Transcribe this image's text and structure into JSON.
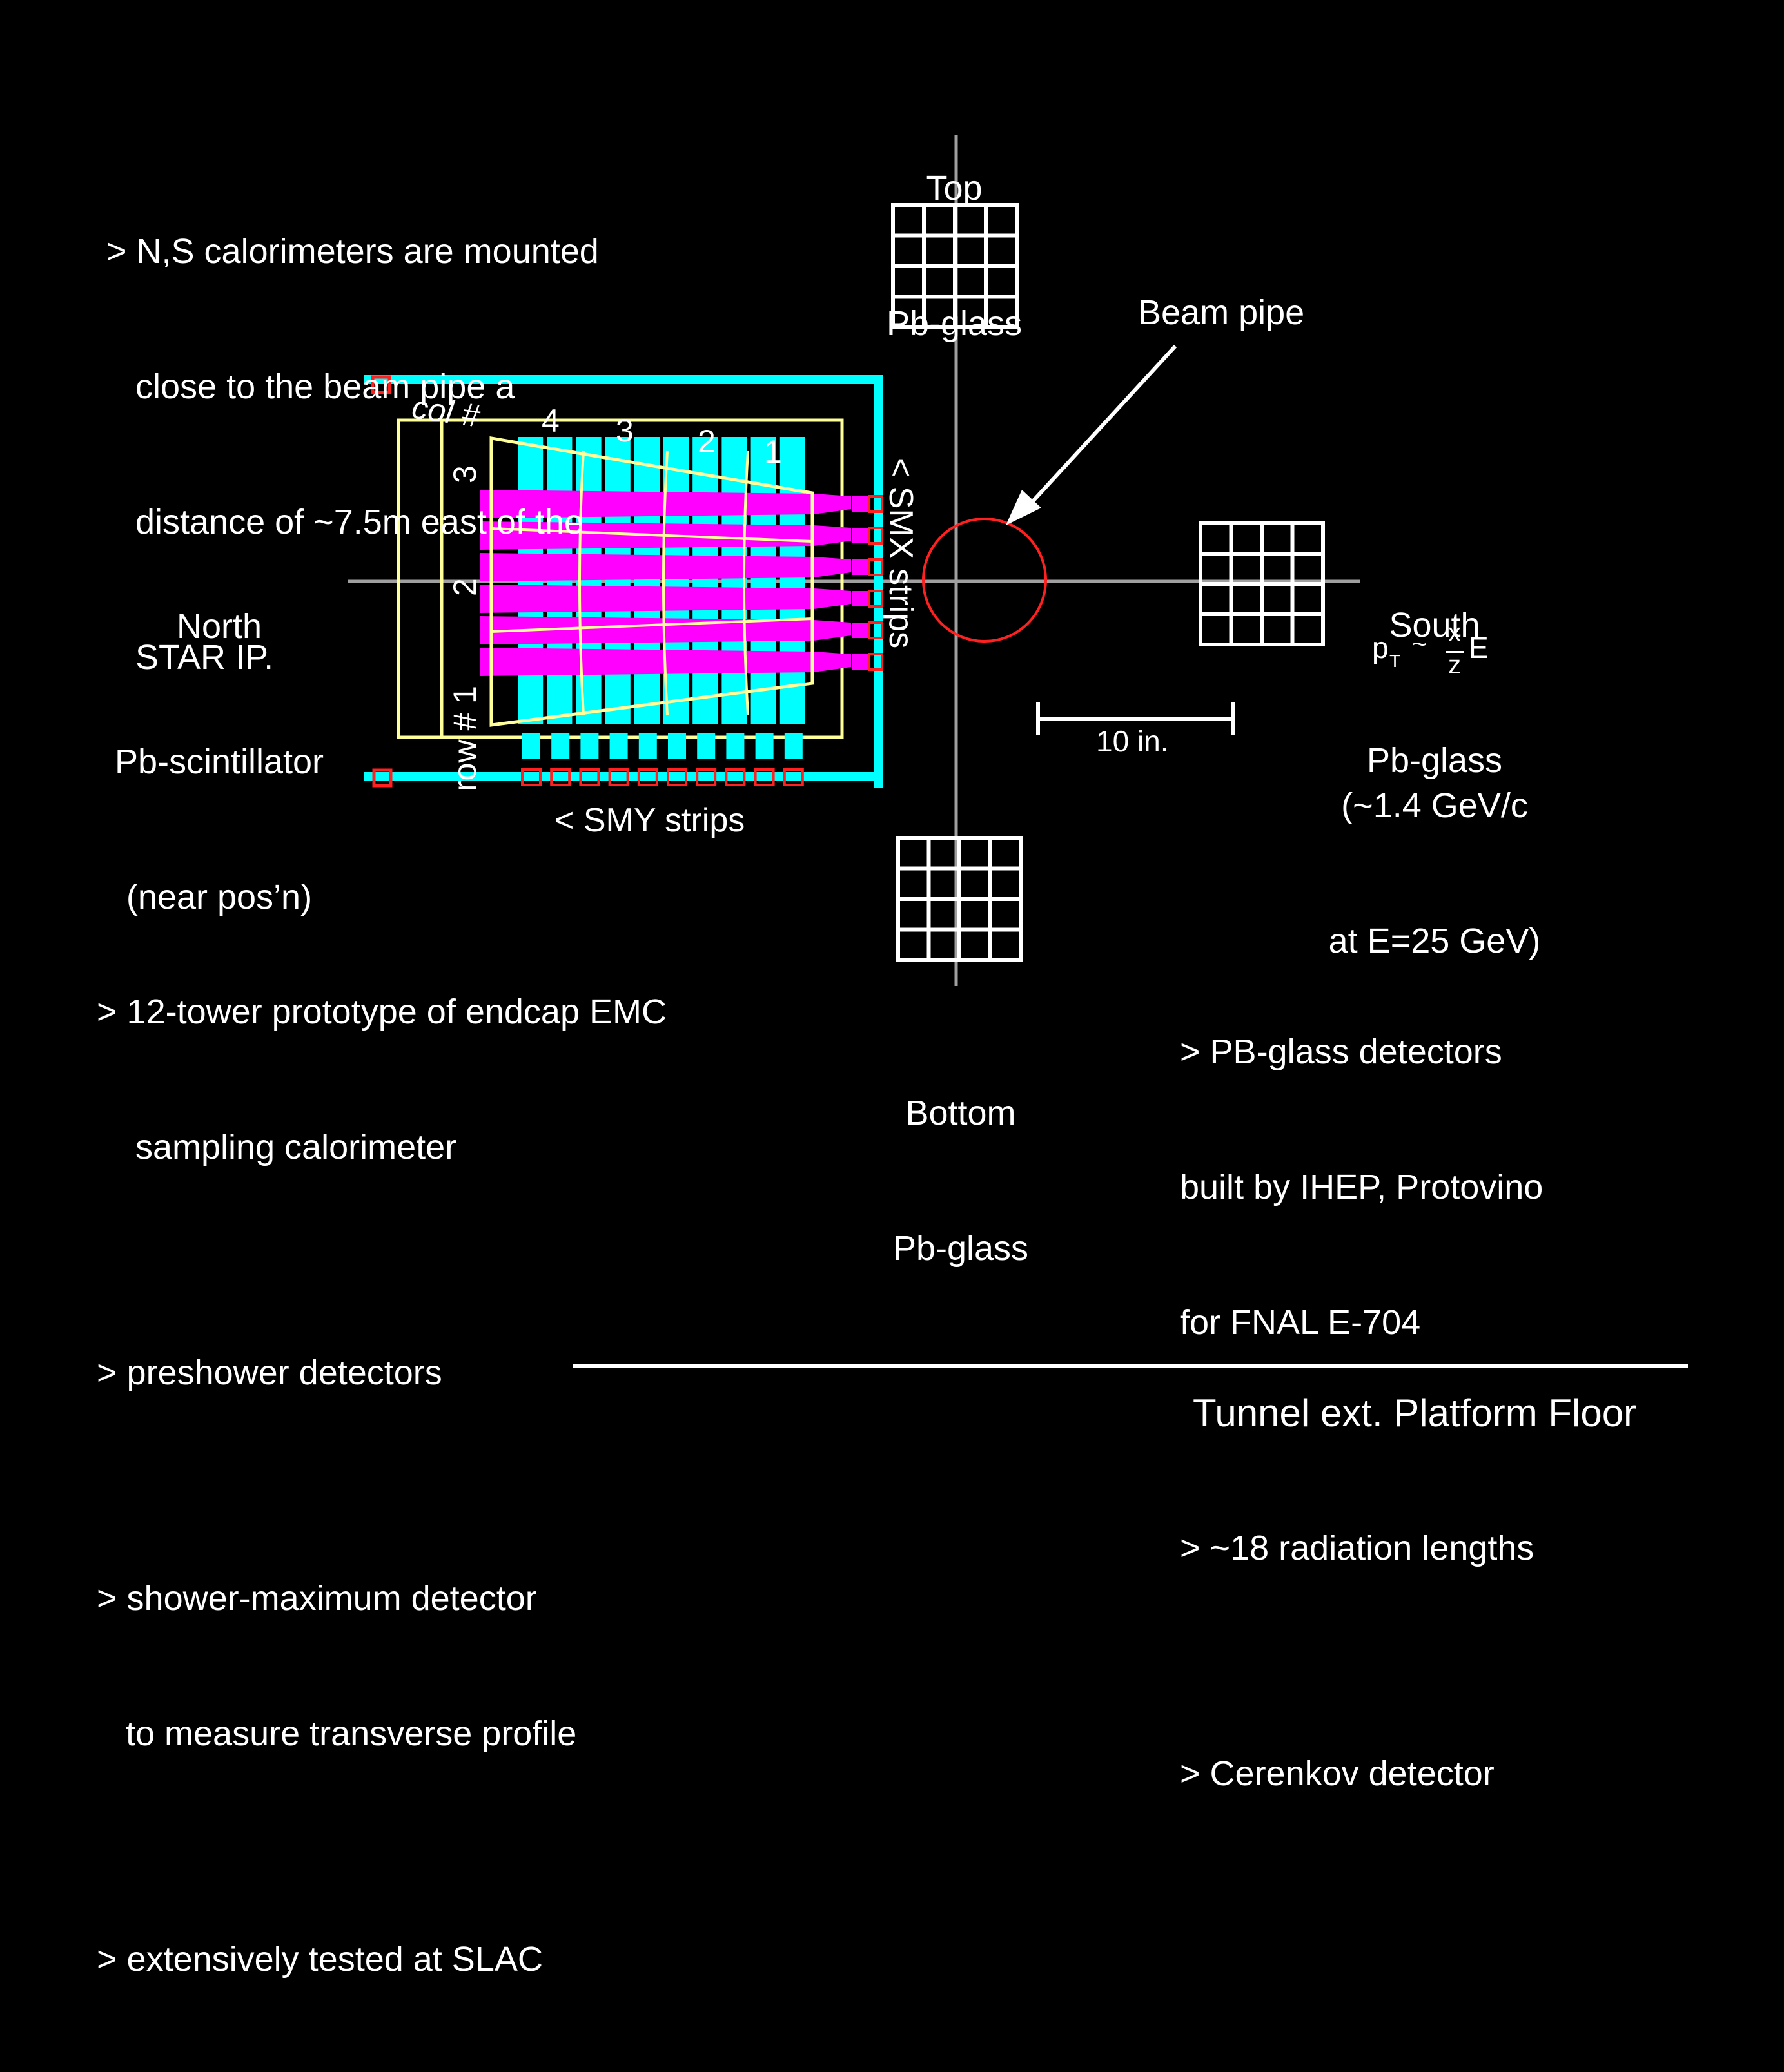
{
  "notes": {
    "calorimeter_mount": [
      "> N,S calorimeters are mounted",
      "   close to the beam pipe a",
      "   distance of ~7.5m east of the",
      "   STAR IP."
    ],
    "endcap": [
      "> 12-tower prototype of endcap EMC",
      "    sampling calorimeter",
      "",
      "> preshower detectors",
      "",
      "> shower-maximum detector",
      "   to measure transverse profile",
      "",
      "> extensively tested at SLAC"
    ],
    "pbglass": [
      "> PB-glass detectors",
      "built by IHEP, Protovino",
      "for FNAL E-704",
      "",
      "> ~18 radiation lengths",
      "",
      "> Cerenkov detector"
    ]
  },
  "labels": {
    "top": [
      "Top",
      "Pb-glass"
    ],
    "bottom": [
      "Bottom",
      "Pb-glass"
    ],
    "south": [
      "South",
      "Pb-glass"
    ],
    "north": [
      "North",
      "Pb-scintillator",
      "(near pos’n)"
    ],
    "beam_pipe": "Beam pipe",
    "scale": "10 in.",
    "momentum_p": "p",
    "momentum_sub": "T",
    "momentum_tilde": "~",
    "frac_num": "x",
    "frac_den": "z",
    "momentum_E": "E",
    "momentum_value": [
      "(~1.4 GeV/c",
      "at E=25 GeV)"
    ],
    "floor": "Tunnel ext. Platform Floor"
  },
  "calorimeter": {
    "col_label": "col #",
    "row_label": "row # 1",
    "col_numbers": [
      "4",
      "3",
      "2",
      "1"
    ],
    "row_numbers": [
      "3",
      "2"
    ],
    "smx": "< SMX strips",
    "smy": "< SMY strips"
  },
  "colors": {
    "background": "#000000",
    "text": "#ffffff",
    "cyan": "#00ffff",
    "magenta": "#ff00ff",
    "yellow": "#ffff99",
    "red": "#ff2020",
    "axis": "#a0a0a0"
  }
}
